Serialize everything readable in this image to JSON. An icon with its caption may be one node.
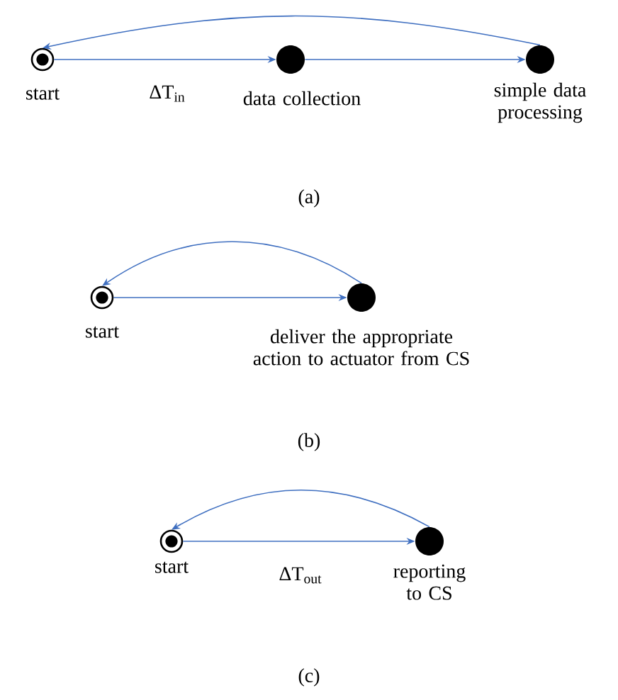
{
  "diagram": {
    "nodes": [
      {
        "text": [
          "start"
        ]
      },
      {
        "text": [
          "data collection"
        ]
      },
      {
        "text": [
          "simple data processing"
        ]
      },
      {
        "text": [
          "start"
        ]
      },
      {
        "text": [
          "deliver the appropriate action to actuator from CS"
        ]
      },
      {
        "text": [
          "start"
        ]
      },
      {
        "text": [
          "reporting to CS"
        ]
      }
    ],
    "edges": [
      {
        "from": 0,
        "to": 1,
        "arrow": "to",
        "label": "ΔT$_{in}$"
      },
      {
        "from": 1,
        "to": 2,
        "arrow": "to"
      },
      {
        "from": 2,
        "to": 0,
        "arrow": "to"
      },
      {
        "from": 3,
        "to": 4,
        "arrow": "to"
      },
      {
        "from": 4,
        "to": 3,
        "arrow": "to"
      },
      {
        "from": 5,
        "to": 6,
        "arrow": "to",
        "label": "ΔT$_{out}$"
      },
      {
        "from": 6,
        "to": 5,
        "arrow": "to"
      }
    ],
    "labels": [
      "(a)",
      "(b)",
      "(c)"
    ]
  }
}
